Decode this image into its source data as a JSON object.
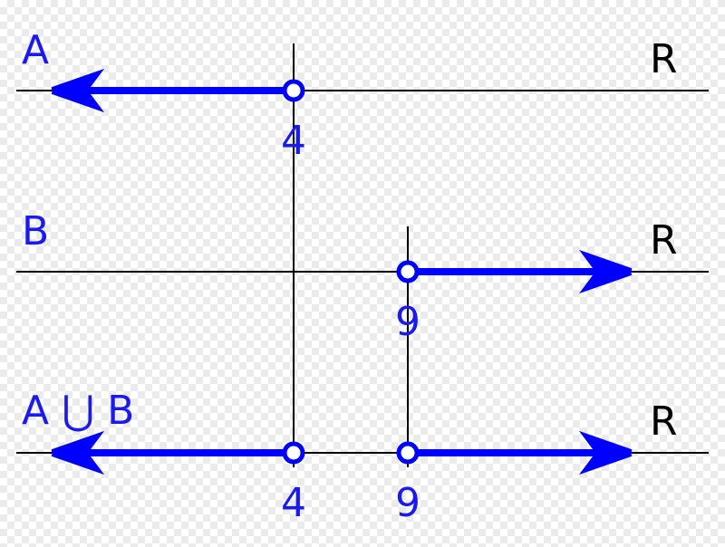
{
  "colors": {
    "set": "#0000ff",
    "label": "#1a1aee",
    "axis": "#000000"
  },
  "rows": [
    {
      "label": "A",
      "space_label": "R",
      "points": [
        "4"
      ]
    },
    {
      "label": "B",
      "space_label": "R",
      "points": [
        "9"
      ]
    },
    {
      "label": "A ⋃ B",
      "space_label": "R",
      "points": [
        "4",
        "9"
      ]
    }
  ]
}
